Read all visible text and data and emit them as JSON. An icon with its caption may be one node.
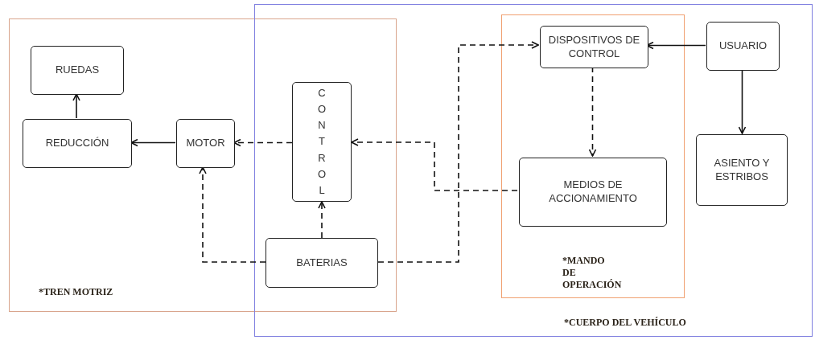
{
  "diagram": {
    "nodes": [
      {
        "text": [
          "*TREN MOTRIZ"
        ]
      },
      {
        "text": [
          "*CUERPO DEL VEHÍCULO"
        ]
      },
      {
        "text": [
          "*MANDO DE OPERACIÓN"
        ],
        "in": 1
      },
      {
        "text": [
          "RUEDAS"
        ],
        "in": 0
      },
      {
        "text": [
          "REDUCCIÓN"
        ],
        "in": 0
      },
      {
        "text": [
          "MOTOR"
        ],
        "in": 0
      },
      {
        "text": [
          "CONTROL"
        ]
      },
      {
        "text": [
          "BATERIAS"
        ]
      },
      {
        "text": [
          "DISPOSITIVOS DE CONTROL"
        ],
        "in": 2
      },
      {
        "text": [
          "MEDIOS DE ACCIONAMIENTO"
        ],
        "in": 2
      },
      {
        "text": [
          "USUARIO"
        ],
        "in": 1
      },
      {
        "text": [
          "ASIENTO Y ESTRIBOS"
        ],
        "in": 1
      }
    ],
    "edges": [
      {
        "from": 4,
        "to": 3,
        "arrow": "to"
      },
      {
        "from": 5,
        "to": 4,
        "arrow": "to"
      },
      {
        "from": 6,
        "to": 5,
        "arrow": "to",
        "style": "dashed"
      },
      {
        "from": 9,
        "to": 6,
        "arrow": "to",
        "style": "dashed"
      },
      {
        "from": 7,
        "to": 5,
        "arrow": "to",
        "style": "dashed"
      },
      {
        "from": 7,
        "to": 6,
        "arrow": "to",
        "style": "dashed"
      },
      {
        "from": 7,
        "to": 8,
        "arrow": "to",
        "style": "dashed"
      },
      {
        "from": 8,
        "to": 9,
        "arrow": "to",
        "style": "dashed"
      },
      {
        "from": 10,
        "to": 8,
        "arrow": "to"
      },
      {
        "from": 10,
        "to": 11,
        "arrow": "to"
      }
    ]
  }
}
